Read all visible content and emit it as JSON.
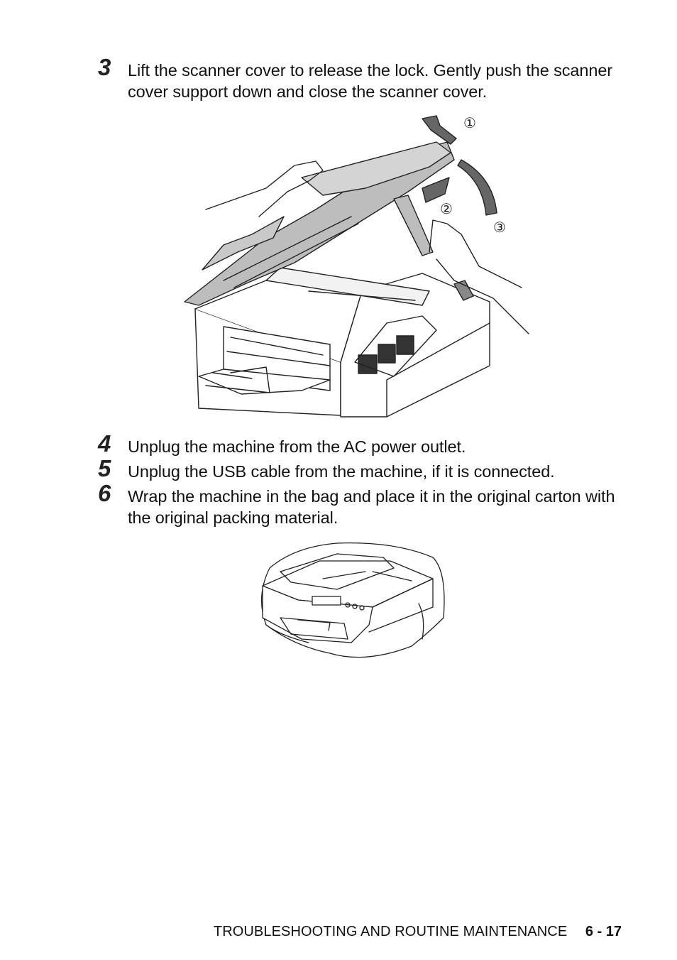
{
  "steps": [
    {
      "number": "3",
      "text": "Lift the scanner cover to release the lock. Gently push the scanner cover support down and close the scanner cover."
    },
    {
      "number": "4",
      "text": "Unplug the machine from the AC power outlet."
    },
    {
      "number": "5",
      "text": "Unplug the USB cable from the machine, if it is connected."
    },
    {
      "number": "6",
      "text": "Wrap the machine in the bag and place it in the original carton with the original packing material."
    }
  ],
  "figure1": {
    "callouts": [
      "①",
      "②",
      "③"
    ]
  },
  "footer": {
    "section": "TROUBLESHOOTING AND ROUTINE MAINTENANCE",
    "page": "6 - 17"
  }
}
